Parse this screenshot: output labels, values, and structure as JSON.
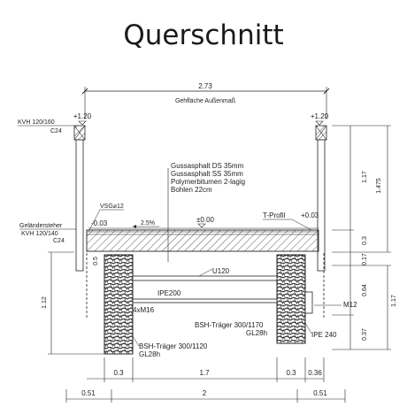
{
  "title": "Querschnitt",
  "dims": {
    "top_width": "2.73",
    "top_width_note": "Gehfläche Außenmaß",
    "height_rail_left": "+1.20",
    "height_rail_right": "+1.20",
    "right_outer_total": "1.475",
    "right_upper": "1.17",
    "right_deck": "0.3",
    "right_gap": "0.17",
    "right_mid": "0.64",
    "right_bottom": "0.37",
    "right_lower_total": "1.17",
    "left_total": "1.12",
    "left_small": "0.5",
    "bottom1": [
      "0.3",
      "1.7",
      "0.3",
      "0.36"
    ],
    "bottom2": [
      "0.51",
      "2",
      "0.51"
    ]
  },
  "labels": {
    "kvh_top": "KVH 120/160",
    "kvh_top_class": "C24",
    "layers": [
      "Gussasphalt DS 35mm",
      "Gussasphalt SS 35mm",
      "Polymerbitumen 2-lagig",
      "Bohlen 22cm"
    ],
    "vsg": "VSG⌀12",
    "level_left": "-0.03",
    "slope": "2.5%",
    "level_mid": "±0.00",
    "t_profil": "T-Profil",
    "level_right": "+0.03",
    "gelaender_1": "Geländersteher",
    "gelaender_2": "KVH 120/140",
    "gelaender_3": "C24",
    "u120": "U120",
    "ipe200": "IPE200",
    "bolts": "4xM16",
    "m12": "M12",
    "bsh_right_1": "BSH-Träger 300/1170",
    "bsh_right_2": "GL28h",
    "ipe240": "IPE 240",
    "bsh_left_1": "BSH-Träger 300/1120",
    "bsh_left_2": "GL28h"
  }
}
